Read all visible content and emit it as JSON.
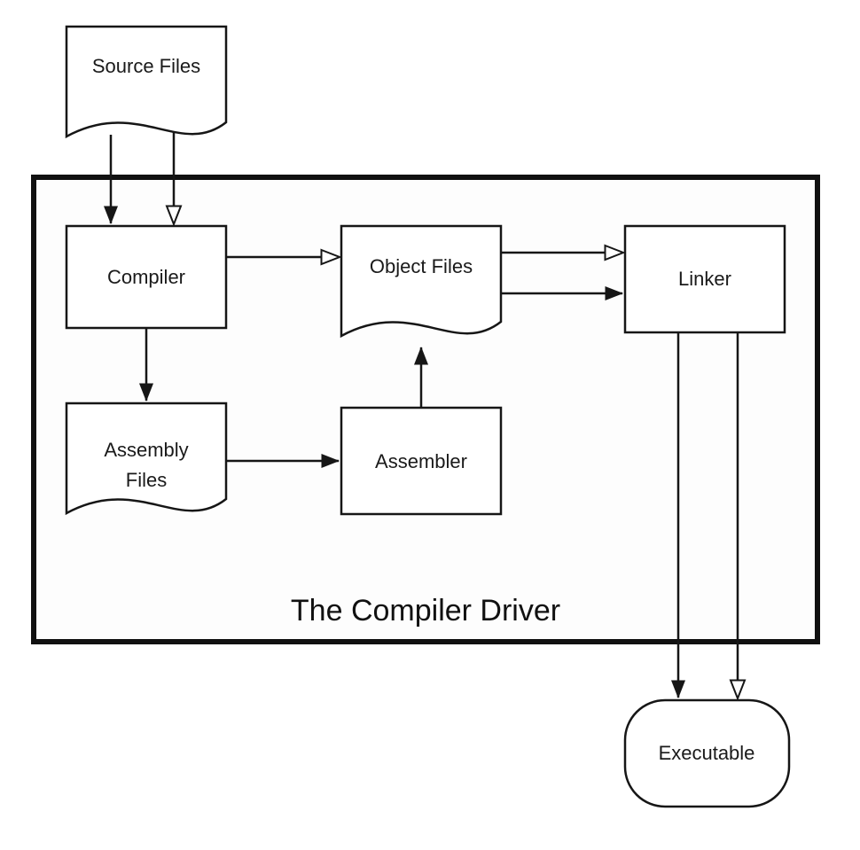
{
  "diagram": {
    "title": "The Compiler Driver",
    "nodes": {
      "source_files": {
        "label": "Source Files",
        "shape": "document"
      },
      "compiler": {
        "label": "Compiler",
        "shape": "rectangle"
      },
      "object_files": {
        "label": "Object Files",
        "shape": "document"
      },
      "linker": {
        "label": "Linker",
        "shape": "rectangle"
      },
      "assembly_files": {
        "label": "Assembly Files",
        "lines": [
          "Assembly",
          "Files"
        ],
        "shape": "document"
      },
      "assembler": {
        "label": "Assembler",
        "shape": "rectangle"
      },
      "executable": {
        "label": "Executable",
        "shape": "rounded-rectangle"
      }
    },
    "edges": [
      {
        "from": "source_files",
        "to": "compiler",
        "head": "filled"
      },
      {
        "from": "source_files",
        "to": "compiler",
        "head": "open"
      },
      {
        "from": "compiler",
        "to": "object_files",
        "head": "open"
      },
      {
        "from": "object_files",
        "to": "linker",
        "head": "open"
      },
      {
        "from": "object_files",
        "to": "linker",
        "head": "filled"
      },
      {
        "from": "compiler",
        "to": "assembly_files",
        "head": "filled"
      },
      {
        "from": "assembly_files",
        "to": "assembler",
        "head": "filled"
      },
      {
        "from": "assembler",
        "to": "object_files",
        "head": "filled"
      },
      {
        "from": "linker",
        "to": "executable",
        "head": "filled"
      },
      {
        "from": "linker",
        "to": "executable",
        "head": "open"
      }
    ],
    "colors": {
      "stroke": "#161616",
      "background": "#ffffff"
    }
  }
}
